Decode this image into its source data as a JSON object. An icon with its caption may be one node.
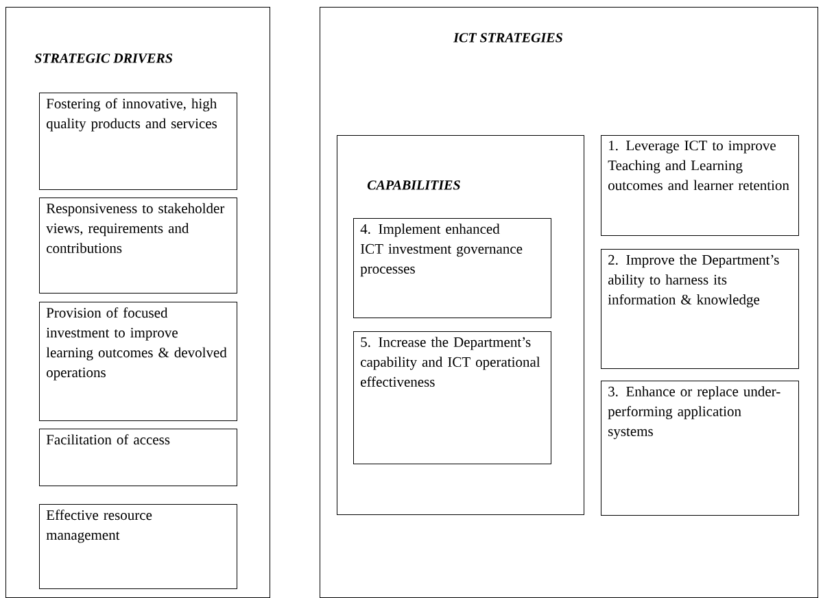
{
  "diagram": {
    "nodes": [
      {
        "text": [
          "STRATEGIC DRIVERS"
        ]
      },
      {
        "text": [
          "Fostering of innovative, high quality products and services"
        ],
        "in": 0
      },
      {
        "text": [
          "Responsiveness to stakeholder views, requirements and contributions"
        ],
        "in": 0
      },
      {
        "text": [
          "Provision of focused investment to improve learning outcomes & devolved operations"
        ],
        "in": 0
      },
      {
        "text": [
          "Facilitation of access"
        ],
        "in": 0
      },
      {
        "text": [
          "Effective resource management"
        ],
        "in": 0
      },
      {
        "text": [
          "ICT STRATEGIES"
        ]
      },
      {
        "text": [
          "CAPABILITIES"
        ],
        "in": 6
      },
      {
        "text": [
          "4. Implement enhanced ICT investment governance processes"
        ],
        "in": 7
      },
      {
        "text": [
          "5. Increase the Department’s capability and ICT operational effectiveness"
        ],
        "in": 7
      },
      {
        "text": [
          "1. Leverage ICT to improve Teaching and Learning outcomes and learner retention"
        ],
        "in": 6
      },
      {
        "text": [
          "2. Improve the Department’s ability to harness its information & knowledge"
        ],
        "in": 6
      },
      {
        "text": [
          "3. Enhance or replace under-performing application systems"
        ],
        "in": 6
      }
    ]
  }
}
